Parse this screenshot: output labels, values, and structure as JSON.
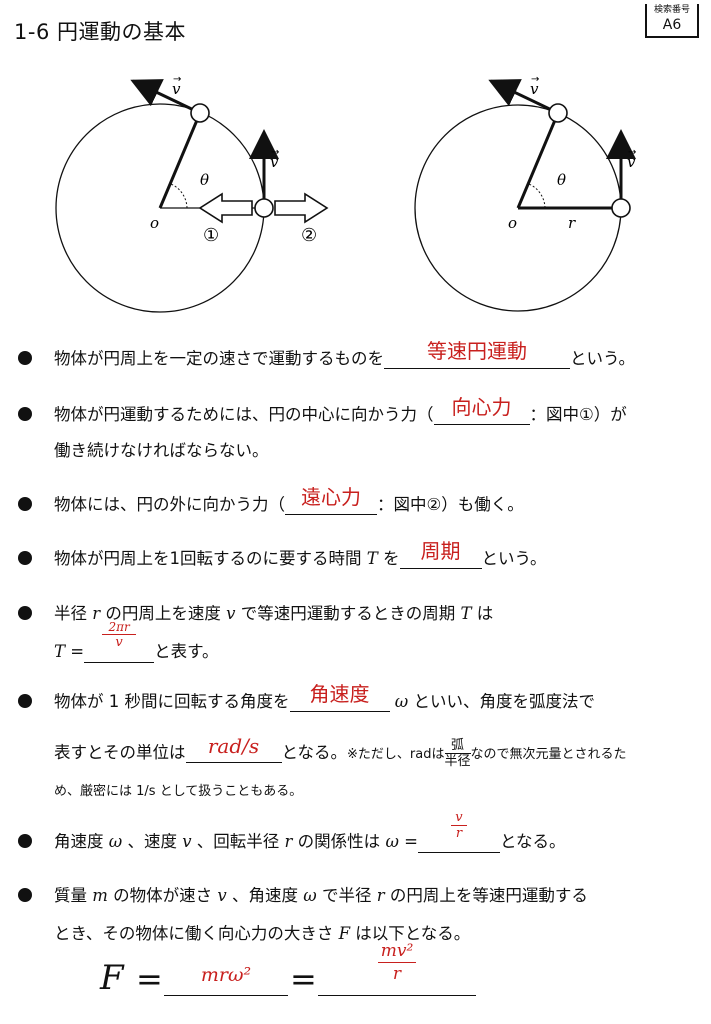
{
  "header": {
    "title": "1-6 円運動の基本",
    "search_label": "検索番号",
    "search_code": "A6"
  },
  "diagram_left": {
    "v": "v",
    "theta": "θ",
    "o": "o",
    "force1": "①",
    "force2": "②"
  },
  "diagram_right": {
    "v": "v",
    "theta": "θ",
    "o": "o",
    "r": "r"
  },
  "items": [
    {
      "pre": "物体が円周上を一定の速さで運動するものを",
      "answer": "等速円運動",
      "post": "という。"
    },
    {
      "pre": "物体が円運動するためには、円の中心に向かう力（",
      "answer": "向心力",
      "post": "：図中①）が",
      "line2": "働き続けなければならない。"
    },
    {
      "pre": "物体には、円の外に向かう力（",
      "answer": "遠心力",
      "post": "：図中②）も働く。"
    },
    {
      "pre": "物体が円周上を1回転するのに要する時間 ",
      "var": "T",
      "mid": " を",
      "answer": "周期",
      "post": "という。"
    },
    {
      "pre": "半径 ",
      "var1": "r",
      "mid1": " の円周上を速度 ",
      "var2": "v",
      "mid2": " で等速円運動するときの周期 ",
      "var3": "T",
      "post": " は",
      "line2_var": "T",
      "line2_eq": " =",
      "answer_num": "2πr",
      "answer_den": "v",
      "line2_post": "と表す。"
    },
    {
      "pre": "物体が 1 秒間に回転する角度を",
      "answer": "角速度",
      "var": "ω",
      "post": " といい、角度を弧度法で",
      "line2_pre": "表すとその単位は",
      "answer2": "rad/s",
      "line2_post": "となる。",
      "note_pre": "※ただし、radは",
      "note_num": "弧",
      "note_den": "半径",
      "note_post": "なので無次元量とされるた",
      "line3": "め、厳密には 1/s として扱うこともある。"
    },
    {
      "pre": "角速度 ",
      "var1": "ω",
      "mid1": " 、速度 ",
      "var2": "v",
      "mid2": " 、回転半径 ",
      "var3": "r",
      "mid3": " の関係性は ",
      "var4": "ω",
      "eq": " =",
      "answer_num": "v",
      "answer_den": "r",
      "post": "となる。"
    },
    {
      "pre": "質量 ",
      "var1": "m",
      "mid1": " の物体が速さ ",
      "var2": "v",
      "mid2": " 、角速度 ",
      "var3": "ω",
      "mid3": " で半径 ",
      "var4": "r",
      "post": " の円周上を等速円運動する",
      "line2_pre": "とき、その物体に働く向心力の大きさ ",
      "line2_var": "F",
      "line2_post": " は以下となる。"
    }
  ],
  "formula": {
    "lhs": "F",
    "eq1": "=",
    "eq2": "=",
    "answer1": "mrω²",
    "answer2_num": "mv²",
    "answer2_den": "r"
  },
  "colors": {
    "answer": "#c8201e",
    "ink": "#111111"
  }
}
